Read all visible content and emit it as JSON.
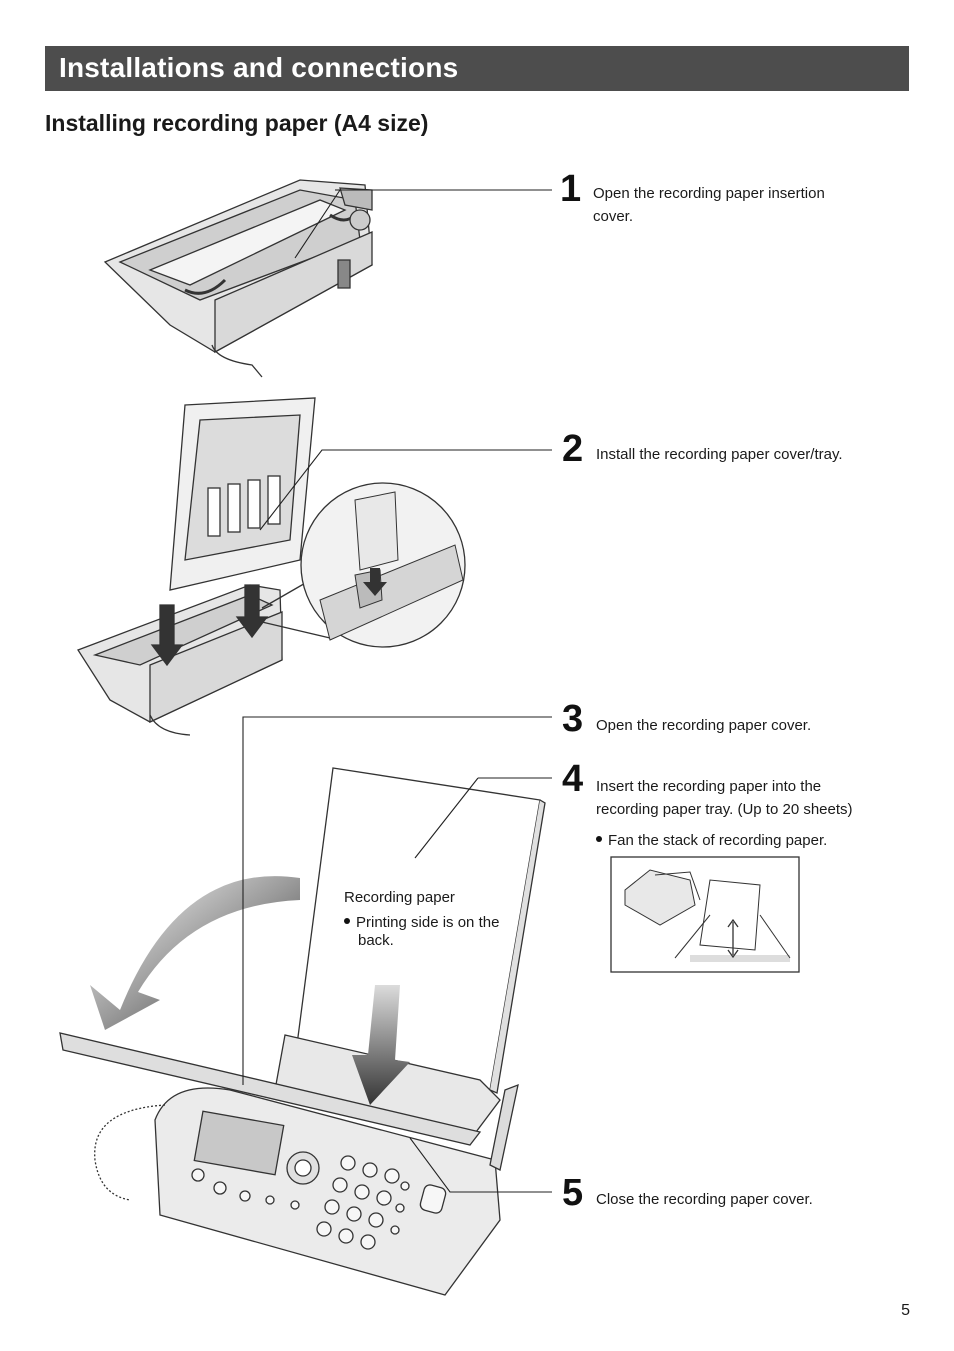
{
  "header": {
    "title": "Installations and connections"
  },
  "section": {
    "title": "Installing recording paper (A4 size)"
  },
  "steps": [
    {
      "number": "1",
      "text": "Open the recording paper insertion cover."
    },
    {
      "number": "2",
      "text": "Install the recording paper cover/tray."
    },
    {
      "number": "3",
      "text": "Open the recording paper cover."
    },
    {
      "number": "4",
      "text": "Insert the recording paper into the recording paper tray. (Up to 20 sheets)",
      "bullet": "Fan the stack of recording paper."
    },
    {
      "number": "5",
      "text": "Close the recording paper cover."
    }
  ],
  "callout": {
    "label": "Recording paper",
    "bullet": "Printing side is on the back."
  },
  "page_number": "5"
}
